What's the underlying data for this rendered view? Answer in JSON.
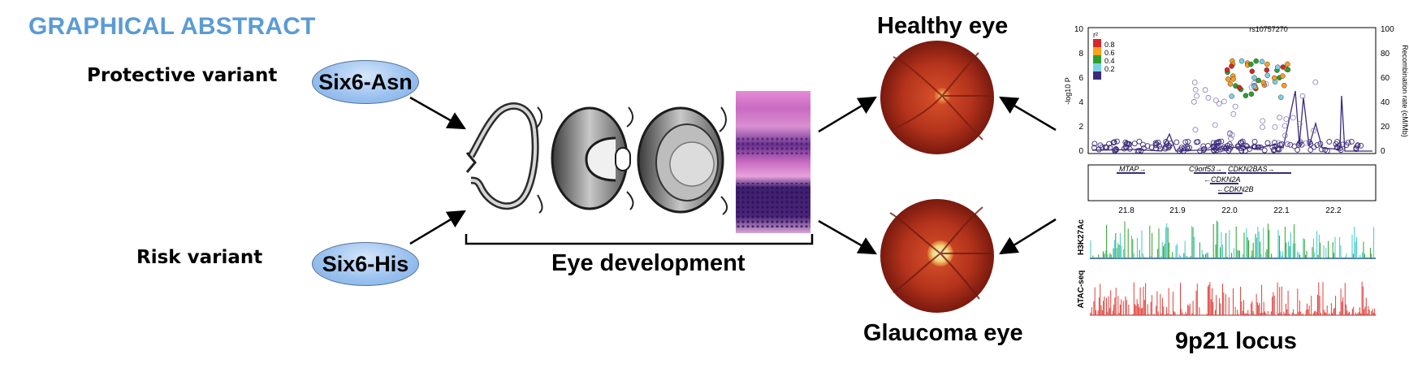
{
  "title": "GRAPHICAL ABSTRACT",
  "variants": {
    "protective_label": "Protective variant",
    "risk_label": "Risk variant",
    "protective_allele": "Six6-Asn",
    "risk_allele": "Six6-His"
  },
  "development": {
    "label": "Eye development"
  },
  "outcomes": {
    "healthy": "Healthy eye",
    "glaucoma": "Glaucoma eye"
  },
  "locus": {
    "label": "9p21 locus",
    "top_snp": "rs10757270",
    "y_axis_left": "-log10 P",
    "y_axis_right": "Recombination rate (cM/Mb)",
    "legend_title": "r²",
    "legend": [
      "0.8",
      "0.6",
      "0.4",
      "0.2"
    ],
    "legend_colors": [
      "#d62728",
      "#ff9f1c",
      "#2ca02c",
      "#79d2e6",
      "#3b2a7a"
    ],
    "y_ticks_left": [
      "10",
      "8",
      "6",
      "4",
      "2",
      "0"
    ],
    "y_ticks_right": [
      "100",
      "80",
      "60",
      "40",
      "20",
      "0"
    ],
    "x_ticks": [
      "21.8",
      "21.9",
      "22.0",
      "22.1",
      "22.2"
    ],
    "genes": [
      "MTAP→",
      "C9orf53→",
      "CDKN2BAS→",
      "←CDKN2A",
      "←CDKN2B"
    ],
    "tracks": [
      "H3K27Ac",
      "ATAC-seq"
    ]
  }
}
